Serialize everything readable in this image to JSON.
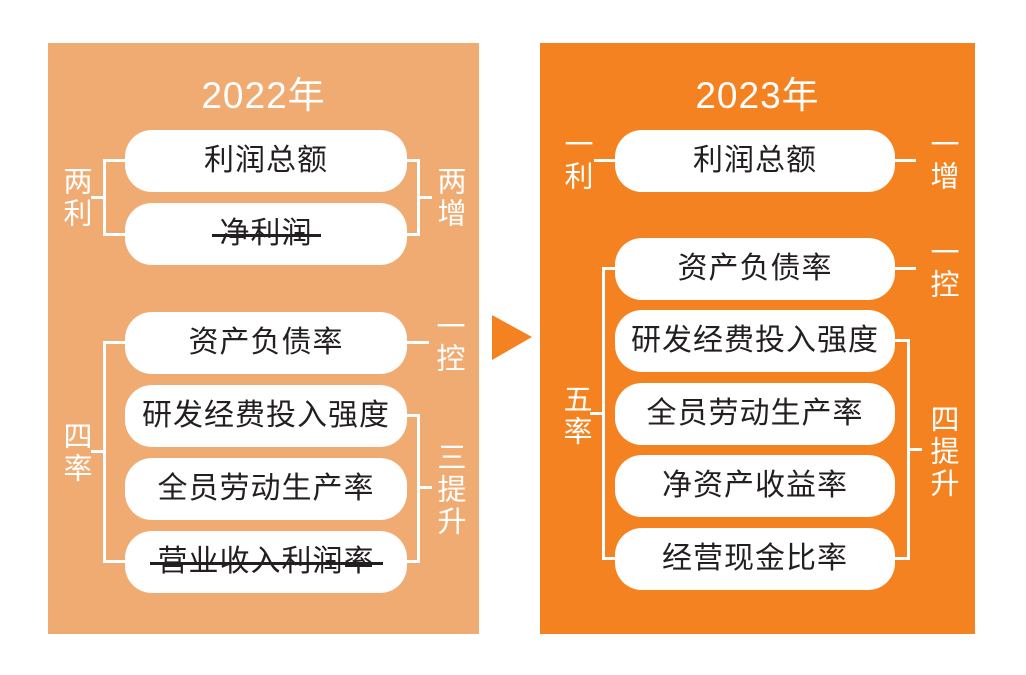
{
  "colors": {
    "left_panel_bg": "#F0AB72",
    "right_panel_bg": "#F58220",
    "pill_bg": "#FFFFFF",
    "pill_text": "#231F20",
    "connector_line": "#FFFFFF",
    "arrow": "#F58220"
  },
  "arrow": {
    "direction": "right"
  },
  "left_panel": {
    "title": "2022年",
    "pills": [
      {
        "label": "利润总额",
        "strikethrough": false
      },
      {
        "label": "净利润",
        "strikethrough": true
      },
      {
        "label": "资产负债率",
        "strikethrough": false
      },
      {
        "label": "研发经费投入强度",
        "strikethrough": false
      },
      {
        "label": "全员劳动生产率",
        "strikethrough": false
      },
      {
        "label": "营业收入利润率",
        "strikethrough": true
      }
    ],
    "group_labels": {
      "two_profits": "两利",
      "two_increases": "两增",
      "four_rates": "四率",
      "one_control": "一控",
      "three_improvements": "三提升"
    }
  },
  "right_panel": {
    "title": "2023年",
    "pills": [
      {
        "label": "利润总额",
        "strikethrough": false
      },
      {
        "label": "资产负债率",
        "strikethrough": false
      },
      {
        "label": "研发经费投入强度",
        "strikethrough": false
      },
      {
        "label": "全员劳动生产率",
        "strikethrough": false
      },
      {
        "label": "净资产收益率",
        "strikethrough": false
      },
      {
        "label": "经营现金比率",
        "strikethrough": false
      }
    ],
    "group_labels": {
      "one_profit": "一利",
      "one_increase": "一增",
      "one_control": "一控",
      "five_rates": "五率",
      "four_improvements": "四提升"
    }
  }
}
